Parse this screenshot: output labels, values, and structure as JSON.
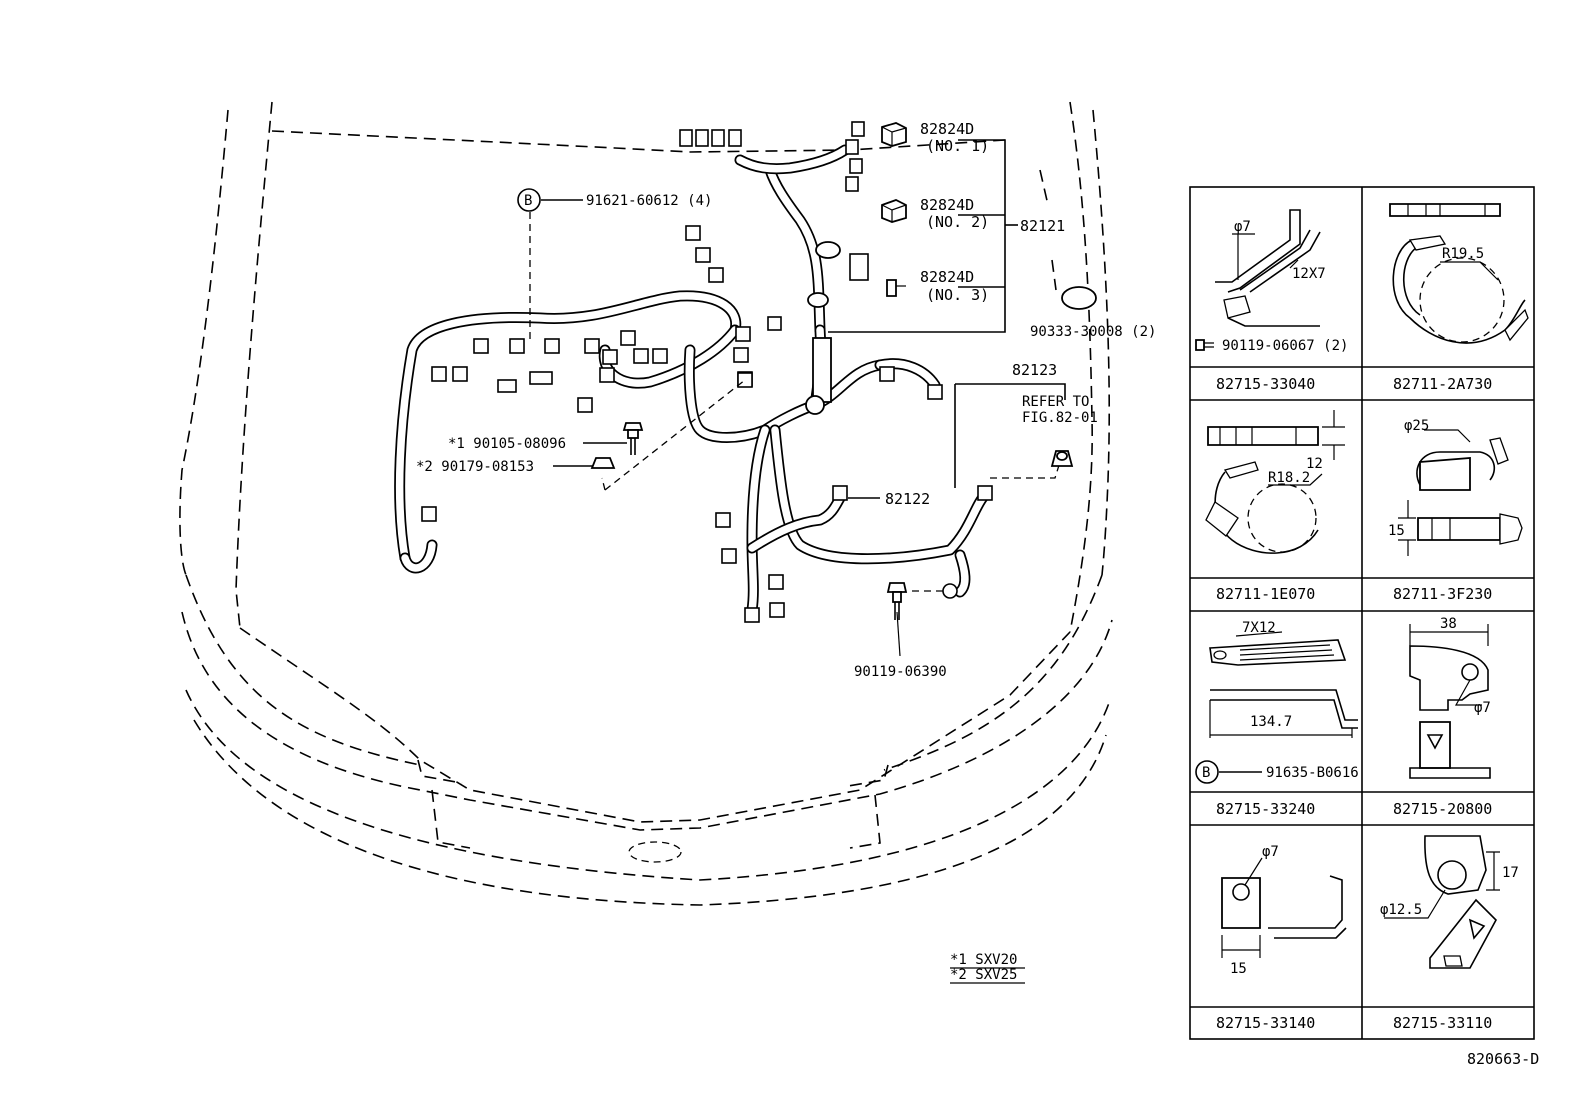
{
  "figure_id": "820663-D",
  "callouts": {
    "relay_no1_part": "82824D",
    "relay_no1_sub": "(NO. 1)",
    "relay_no2_part": "82824D",
    "relay_no2_sub": "(NO. 2)",
    "relay_no3_part": "82824D",
    "relay_no3_sub": "(NO. 3)",
    "harness_82121": "82121",
    "bolt_b_marker": "B",
    "bolt_b_part": "91621-60612 (4)",
    "plug_part": "90333-30008 (2)",
    "harness_82123": "82123",
    "refer_line1": "REFER TO",
    "refer_line2": "FIG.82-01",
    "bolt_1_part": "*1 90105-08096",
    "nut_2_part": "*2 90179-08153",
    "harness_82122": "82122",
    "ground_bolt_part": "90119-06390"
  },
  "notes": {
    "note1": "*1 SXV20",
    "note2": "*2 SXV25"
  },
  "clamps": [
    {
      "part": "82715-33040",
      "sub_part": "90119-06067 (2)",
      "dims": [
        "φ7",
        "12X7"
      ]
    },
    {
      "part": "82711-2A730",
      "dims": [
        "R19.5"
      ]
    },
    {
      "part": "82711-1E070",
      "dims": [
        "12",
        "R18.2"
      ]
    },
    {
      "part": "82711-3F230",
      "dims": [
        "φ25",
        "15"
      ]
    },
    {
      "part": "82715-33240",
      "sub_part": "91635-B0616",
      "sub_marker": "B",
      "dims": [
        "7X12",
        "134.7"
      ]
    },
    {
      "part": "82715-20800",
      "dims": [
        "38",
        "φ7"
      ]
    },
    {
      "part": "82715-33140",
      "dims": [
        "φ7",
        "15"
      ]
    },
    {
      "part": "82715-33110",
      "dims": [
        "17",
        "φ12.5"
      ]
    }
  ]
}
